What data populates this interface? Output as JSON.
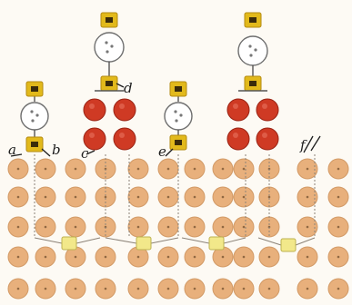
{
  "colors": {
    "background": "#fdfaf4",
    "lattice_atom": "#e8b07c",
    "lattice_atom_core": "#d29a66",
    "bond_line": "#8c8378",
    "linker_square": "#e2b91b",
    "linker_square_edge": "#b48a10",
    "linker_dot": "#3a2b0a",
    "red_sphere": "#cf3a24",
    "red_sphere_edge": "#9a2415",
    "white_sphere": "#ffffff",
    "white_sphere_edge": "#6e6e6e",
    "bridge_square": "#f2e88a",
    "bridge_square_edge": "#bdb250",
    "annotation_line": "#1d1d1d"
  },
  "labels": {
    "a": "a",
    "b": "b",
    "c": "c",
    "d": "d",
    "e": "e",
    "f": "f"
  }
}
